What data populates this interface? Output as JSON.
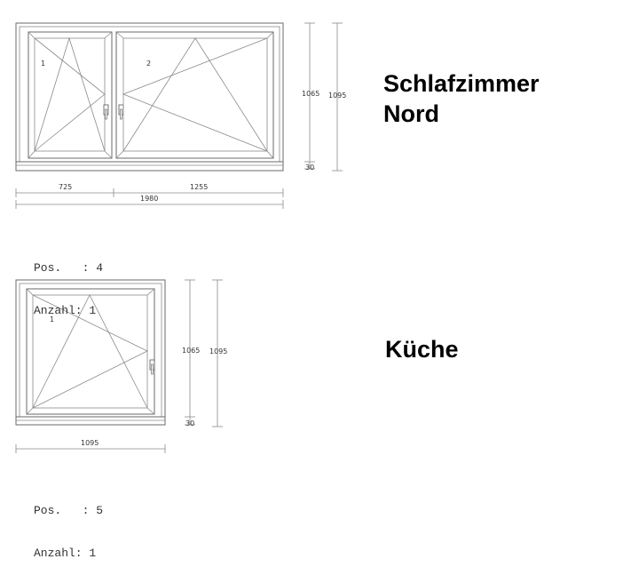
{
  "window1": {
    "heading_line1": "Schlafzimmer",
    "heading_line2": "Nord",
    "pane_labels": [
      "1",
      "2"
    ],
    "dim_left": "725",
    "dim_right": "1255",
    "dim_total": "1980",
    "dim_height_inner": "1065",
    "dim_height_total": "1095",
    "dim_sill": "30",
    "pos_label": "Pos.   : 4",
    "count_label": "Anzahl: 1"
  },
  "window2": {
    "heading": "Küche",
    "pane_labels": [
      "1"
    ],
    "dim_width": "1095",
    "dim_height_inner": "1065",
    "dim_height_total": "1095",
    "dim_sill": "30",
    "pos_label": "Pos.   : 5",
    "count_label": "Anzahl: 1"
  }
}
